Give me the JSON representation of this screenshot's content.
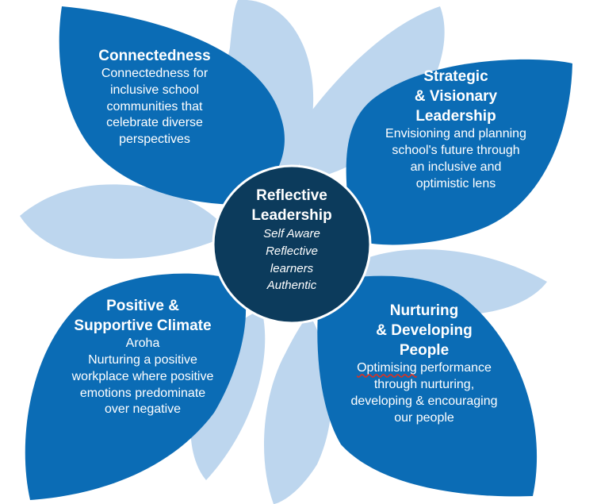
{
  "colors": {
    "dark_petal": "#0b6cb5",
    "light_petal": "#bdd6ee",
    "center": "#0c3b5c",
    "text": "#ffffff"
  },
  "center": {
    "title": "Reflective\nLeadership",
    "traits": [
      "Self Aware",
      "Reflective",
      "learners",
      "Authentic"
    ]
  },
  "petals": {
    "connectedness": {
      "title": "Connectedness",
      "description": "Connectedness for\ninclusive school\ncommunities that\ncelebrate diverse\nperspectives"
    },
    "strategic": {
      "title": "Strategic\n& Visionary\nLeadership",
      "description": "Envisioning and planning\nschool's future through\nan inclusive and\noptimistic lens"
    },
    "positive": {
      "title": "Positive &\nSupportive Climate",
      "description": "Aroha\nNurturing a positive\nworkplace where positive\nemotions predominate\nover negative"
    },
    "nurturing": {
      "title": "Nurturing\n& Developing\nPeople",
      "description_first_word": "Optimising",
      "description_rest": " performance\nthrough nurturing,\ndeveloping & encouraging\nour people"
    }
  }
}
